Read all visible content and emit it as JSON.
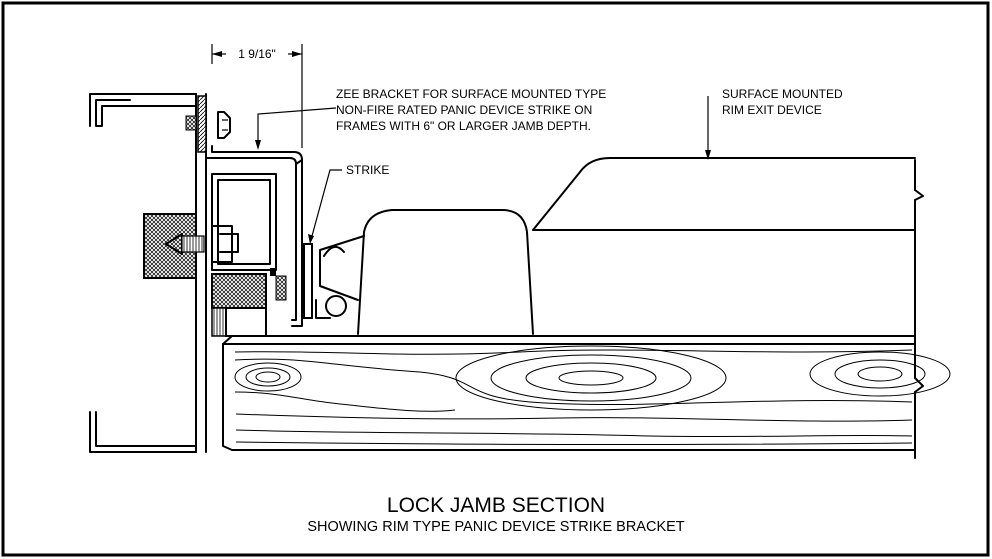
{
  "drawing": {
    "dimension": "1 9/16\"",
    "callouts": {
      "zee_bracket": [
        "ZEE BRACKET FOR SURFACE MOUNTED TYPE",
        "NON-FIRE RATED PANIC DEVICE STRIKE ON",
        "FRAMES WITH 6\" OR LARGER JAMB DEPTH."
      ],
      "exit_device": [
        "SURFACE MOUNTED",
        "RIM EXIT DEVICE"
      ],
      "strike": "STRIKE"
    },
    "title": "LOCK JAMB SECTION",
    "subtitle": "SHOWING RIM TYPE PANIC DEVICE STRIKE BRACKET"
  }
}
